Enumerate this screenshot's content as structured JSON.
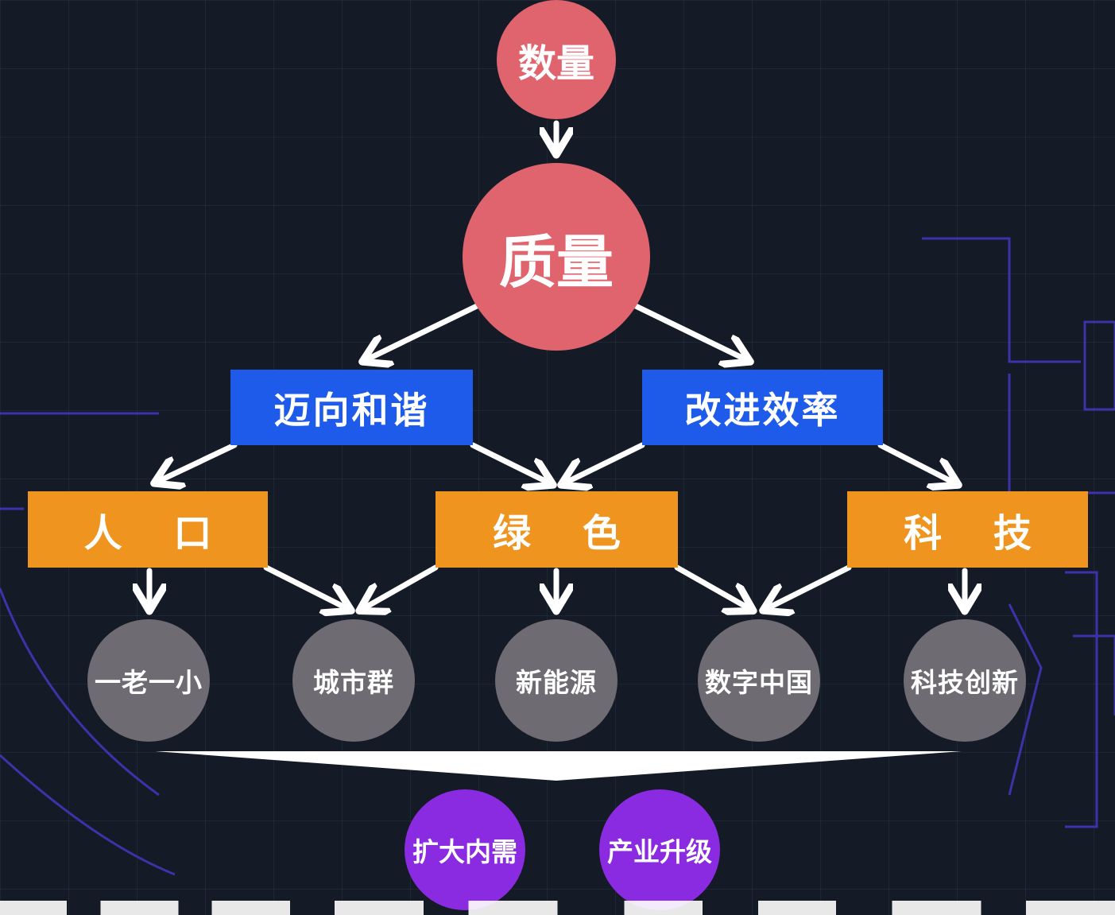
{
  "nodes": {
    "shuliang": "数量",
    "zhiliang": "质量",
    "maixiang_hexie": "迈向和谐",
    "gaijin_xiaolv": "改进效率",
    "renkou": "人 口",
    "lvse": "绿 色",
    "keji": "科 技",
    "yilao_yixiao": "一老一小",
    "chengshiqun": "城市群",
    "xinnengyuan": "新能源",
    "shuzi_zhongguo": "数字中国",
    "keji_chuangxin": "科技创新",
    "kuoda_neixu": "扩大内需",
    "chanye_shengji": "产业升级"
  },
  "colors": {
    "pink": "#e0646e",
    "blue": "#1e5bea",
    "orange": "#ef951f",
    "gray": "#6e6b72",
    "purple": "#8a2be2",
    "background": "#141a26"
  }
}
